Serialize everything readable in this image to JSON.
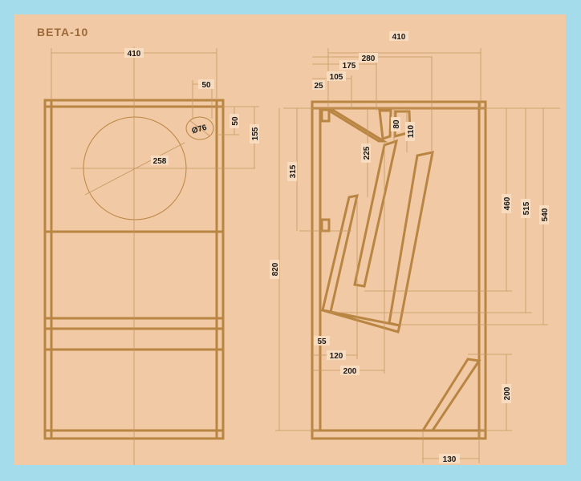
{
  "title": "BETA-10",
  "front": {
    "width": "410",
    "tweeter_width": "50",
    "tweeter_height": "50",
    "tweeter_top": "155",
    "tweeter_diameter": "Ø76",
    "woofer_diameter": "258"
  },
  "side": {
    "width": "410",
    "d280": "280",
    "d175": "175",
    "d105": "105",
    "d25": "25",
    "d80": "80",
    "d110": "110",
    "d225": "225",
    "d315": "315",
    "d460": "460",
    "d515": "515",
    "d540": "540",
    "height": "820",
    "d55": "55",
    "d120": "120",
    "d200_horizontal": "200",
    "d200_vertical": "200",
    "d130": "130"
  },
  "colors": {
    "border": "#a5dcec",
    "paper": "#f1c9a4",
    "line": "#b98542",
    "text": "#1a1a1a"
  }
}
